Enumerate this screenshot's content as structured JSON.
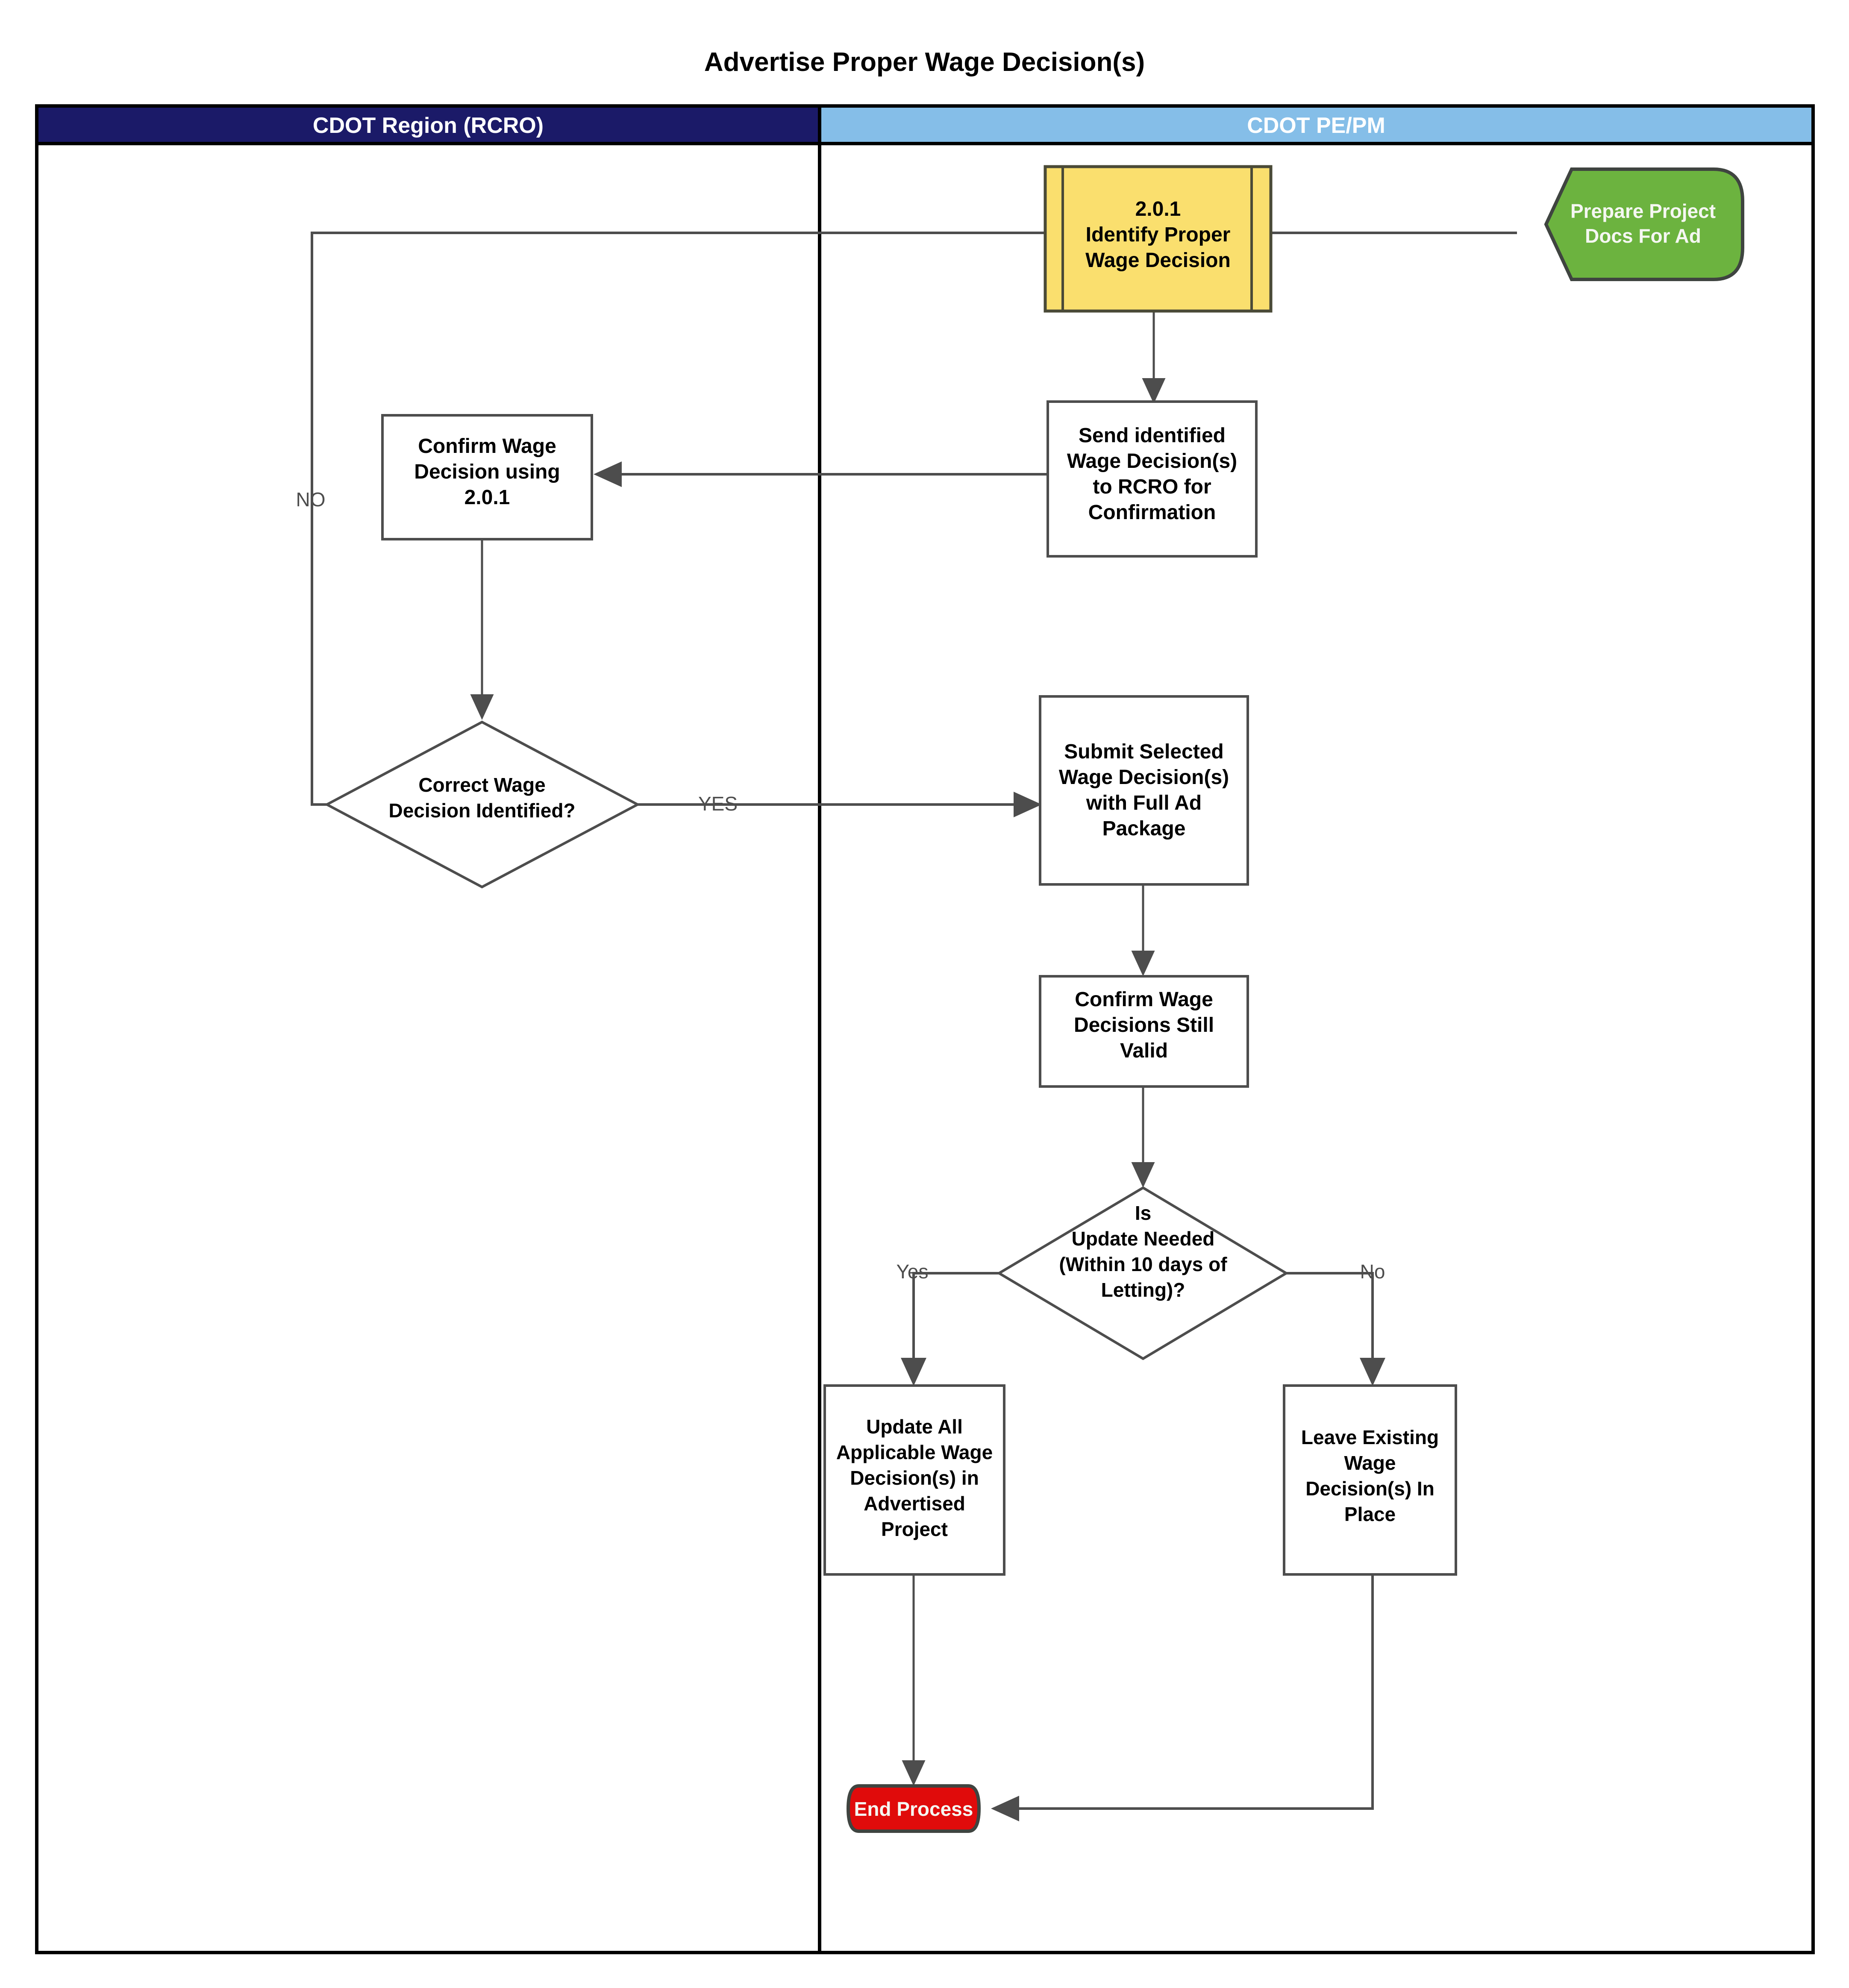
{
  "title": "Advertise Proper Wage Decision(s)",
  "lanes": [
    {
      "id": "lane-left",
      "label": "CDOT Region (RCRO)",
      "color": "#1b1a68",
      "text_color": "#ffffff"
    },
    {
      "id": "lane-right",
      "label": "CDOT PE/PM",
      "color": "#85bee8",
      "text_color": "#000000"
    }
  ],
  "nodes": {
    "start": {
      "label": "Prepare Project Docs For Ad",
      "lines": [
        "Prepare Project",
        "Docs For Ad"
      ],
      "shape": "start-hexagon",
      "color": "#6cb33f",
      "lane": "lane-right"
    },
    "identify": {
      "label": "2.0.1 Identify Proper Wage Decision",
      "lines": [
        "2.0.1",
        "Identify Proper",
        "Wage Decision"
      ],
      "shape": "predefined-process",
      "color": "#fadf6e",
      "lane": "lane-right"
    },
    "send": {
      "label": "Send identified Wage Decision(s) to RCRO for Confirmation",
      "lines": [
        "Send identified",
        "Wage Decision(s)",
        "to RCRO for",
        "Confirmation"
      ],
      "shape": "process",
      "color": "#ffffff",
      "lane": "lane-right"
    },
    "confirm_rcro": {
      "label": "Confirm Wage Decision using 2.0.1",
      "lines": [
        "Confirm Wage",
        "Decision using",
        "2.0.1"
      ],
      "shape": "process",
      "color": "#ffffff",
      "lane": "lane-left"
    },
    "correct_decision": {
      "label": "Correct Wage Decision  Identified?",
      "lines": [
        "Correct Wage",
        "Decision  Identified?"
      ],
      "shape": "decision",
      "color": "#ffffff",
      "lane": "lane-left"
    },
    "submit": {
      "label": "Submit Selected Wage Decision(s) with Full Ad Package",
      "lines": [
        "Submit Selected",
        "Wage Decision(s)",
        "with Full Ad",
        "Package"
      ],
      "shape": "process",
      "color": "#ffffff",
      "lane": "lane-right"
    },
    "confirm_valid": {
      "label": "Confirm Wage Decisions Still Valid",
      "lines": [
        "Confirm Wage",
        "Decisions Still",
        "Valid"
      ],
      "shape": "process",
      "color": "#ffffff",
      "lane": "lane-right"
    },
    "update_needed": {
      "label": "Is Update Needed (Within 10 days of Letting)?",
      "lines": [
        "Is",
        "Update Needed",
        "(Within 10 days of",
        "Letting)?"
      ],
      "shape": "decision",
      "color": "#ffffff",
      "lane": "lane-right"
    },
    "update_all": {
      "label": "Update All Applicable Wage Decision(s) in Advertised Project",
      "lines": [
        "Update All",
        "Applicable Wage",
        "Decision(s) in",
        "Advertised",
        "Project"
      ],
      "shape": "process",
      "color": "#ffffff",
      "lane": "lane-right"
    },
    "leave_existing": {
      "label": "Leave Existing Wage Decision(s) In Place",
      "lines": [
        "Leave Existing",
        "Wage",
        "Decision(s) In",
        "Place"
      ],
      "shape": "process",
      "color": "#ffffff",
      "lane": "lane-right"
    },
    "end": {
      "label": "End Process",
      "lines": [
        "End Process"
      ],
      "shape": "terminator",
      "color": "#e00b0b",
      "lane": "lane-right"
    }
  },
  "edge_labels": {
    "no_correct": "NO",
    "yes_correct": "YES",
    "yes_update": "Yes",
    "no_update": "No"
  },
  "edges": [
    {
      "from": "start",
      "to": "identify",
      "label": ""
    },
    {
      "from": "identify",
      "to": "send",
      "label": ""
    },
    {
      "from": "send",
      "to": "confirm_rcro",
      "label": ""
    },
    {
      "from": "confirm_rcro",
      "to": "correct_decision",
      "label": ""
    },
    {
      "from": "correct_decision",
      "to": "identify",
      "label": "NO"
    },
    {
      "from": "correct_decision",
      "to": "submit",
      "label": "YES"
    },
    {
      "from": "submit",
      "to": "confirm_valid",
      "label": ""
    },
    {
      "from": "confirm_valid",
      "to": "update_needed",
      "label": ""
    },
    {
      "from": "update_needed",
      "to": "update_all",
      "label": "Yes"
    },
    {
      "from": "update_needed",
      "to": "leave_existing",
      "label": "No"
    },
    {
      "from": "update_all",
      "to": "end",
      "label": ""
    },
    {
      "from": "leave_existing",
      "to": "end",
      "label": ""
    }
  ]
}
